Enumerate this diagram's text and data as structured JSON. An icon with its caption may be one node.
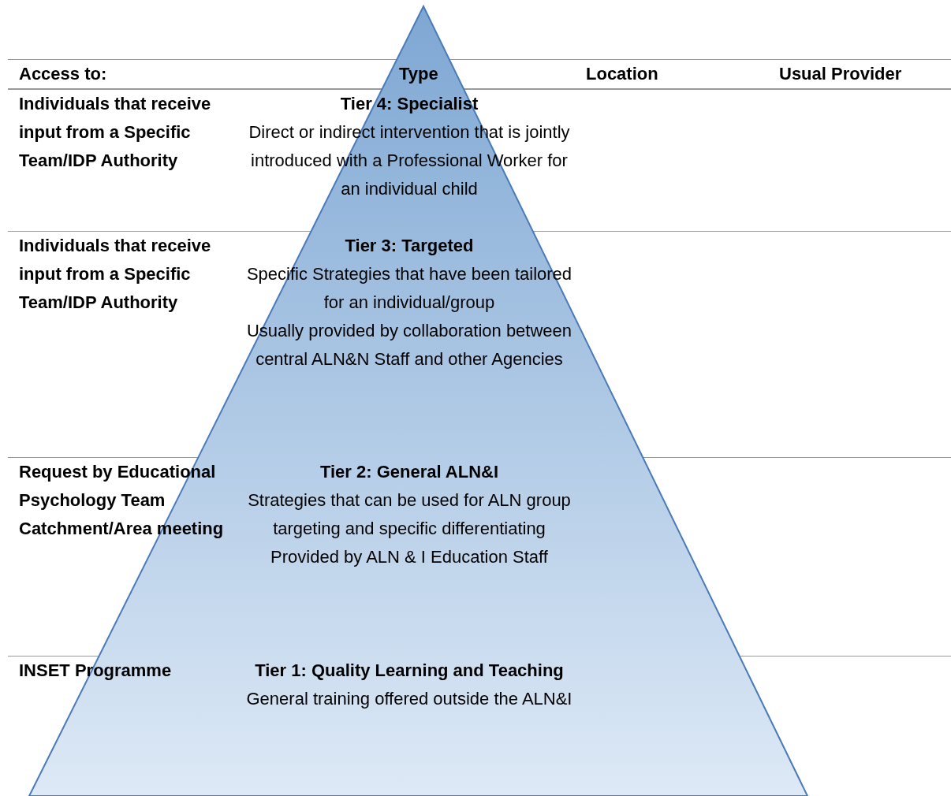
{
  "diagram": {
    "labels": [
      "Access to:",
      "Type",
      "Location",
      "Usual Provider",
      "Individuals that receive input from a Specific Team/IDP Authority",
      "Tier 4: Specialist",
      "Direct or indirect intervention that is jointly introduced with a Professional Worker for an individual child",
      "Individuals that receive input from a Specific Team/IDP Authority",
      "Tier 3: Targeted",
      "Specific Strategies that have been tailored for an individual/group",
      "Usually provided by collaboration between central ALN&N Staff and other Agencies",
      "Request by Educational Psychology Team Catchment/Area meeting",
      "Tier 2: General ALN&I",
      "Strategies that can be used for ALN group targeting and specific differentiating",
      "Provided by ALN & I Education Staff",
      "INSET Programme",
      "Tier 1: Quality Learning and Teaching",
      "General training offered outside the ALN&I"
    ]
  }
}
